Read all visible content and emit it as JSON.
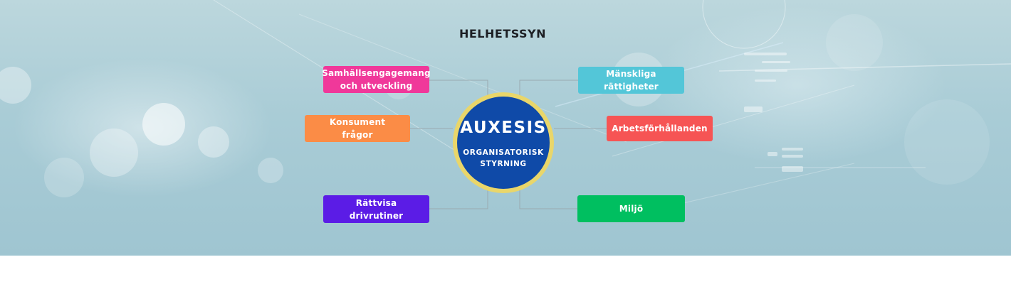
{
  "diagram": {
    "title": "HELHETSSYN",
    "center": {
      "brand": "AUXESIS",
      "subtitle": "ORGANISATORISK\nSTYRNING",
      "ring_color": "#e9d66a",
      "fill_color": "#0f4aa8"
    },
    "nodes": [
      {
        "id": "samhalle",
        "label": "Samhällsengagemang\noch utveckling",
        "color": "#f0389a"
      },
      {
        "id": "konsument",
        "label": "Konsument\nfrågor",
        "color": "#fb8c46"
      },
      {
        "id": "rattvisa",
        "label": "Rättvisa\ndrivrutiner",
        "color": "#5b1ce6"
      },
      {
        "id": "manskliga",
        "label": "Mänskliga\nrättigheter",
        "color": "#53c6d8"
      },
      {
        "id": "arbete",
        "label": "Arbetsförhållanden",
        "color": "#f65454"
      },
      {
        "id": "miljo",
        "label": "Miljö",
        "color": "#00bf60"
      }
    ]
  }
}
